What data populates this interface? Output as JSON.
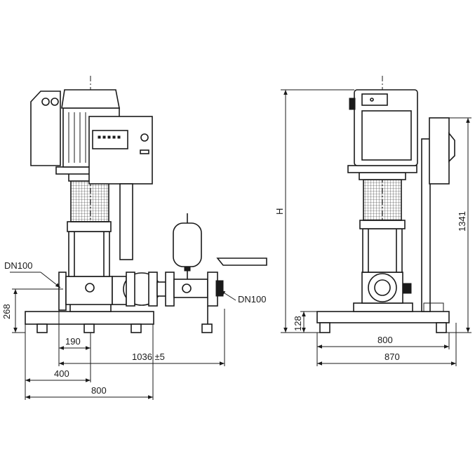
{
  "front_view": {
    "labels": {
      "inlet_flange": "DN100",
      "outlet_flange": "DN100"
    },
    "dimensions": {
      "axis_height": "268",
      "inlet_offset": "190",
      "flange_length": "1036 ±5",
      "base_to_axis": "400",
      "base_width": "800"
    }
  },
  "side_view": {
    "dimensions": {
      "overall_height": "H",
      "control_height": "1341",
      "foot_height": "128",
      "base_depth": "800",
      "overall_depth": "870"
    }
  }
}
